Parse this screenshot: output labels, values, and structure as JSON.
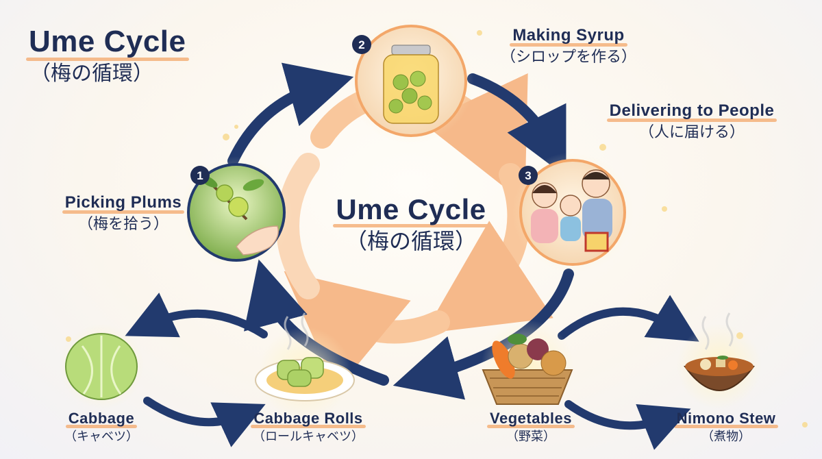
{
  "title": {
    "en": "Ume Cycle",
    "ja": "（梅の循環）"
  },
  "center": {
    "en": "Ume Cycle",
    "ja": "（梅の循環）"
  },
  "steps": [
    {
      "number": "1",
      "en": "Picking Plums",
      "ja": "（梅を拾う）",
      "icon": "plum-branch-hand-icon"
    },
    {
      "number": "2",
      "en": "Making Syrup",
      "ja": "（シロップを作る）",
      "icon": "syrup-jar-icon"
    },
    {
      "number": "3",
      "en": "Delivering to People",
      "ja": "（人に届ける）",
      "icon": "family-gift-icon"
    }
  ],
  "bottom_items": [
    {
      "en": "Cabbage",
      "ja": "（キャベツ）",
      "icon": "cabbage-icon"
    },
    {
      "en": "Cabbage Rolls",
      "ja": "（ロールキャベツ）",
      "icon": "cabbage-rolls-icon"
    },
    {
      "en": "Vegetables",
      "ja": "（野菜）",
      "icon": "vegetable-basket-icon"
    },
    {
      "en": "Nimono Stew",
      "ja": "（煮物）",
      "icon": "stew-bowl-icon"
    }
  ],
  "colors": {
    "navy": "#1f2d55",
    "arrow_navy": "#223a6e",
    "orange": "#f3a769",
    "peach": "#f9c79c",
    "plum_green": "#8fc24a"
  }
}
